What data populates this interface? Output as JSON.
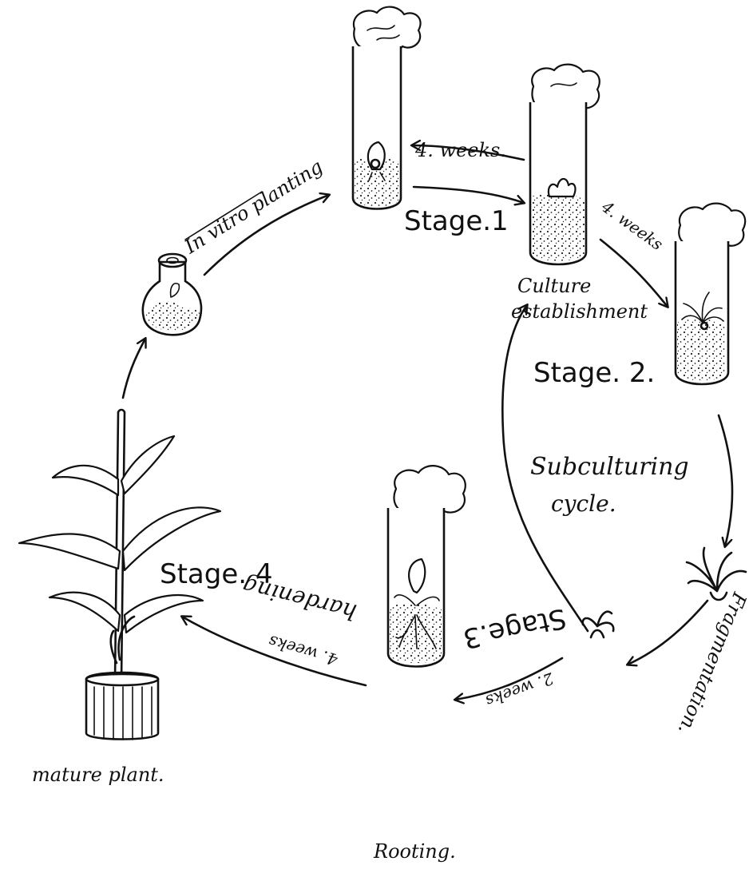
{
  "labels": {
    "in_vitro_planting": "In vitro planting",
    "weeks_4_top": "4. weeks.",
    "stage_1": "Stage.1",
    "weeks_4_right": "4. weeks",
    "culture_establishment_line1": "Culture",
    "culture_establishment_line2": "establishment",
    "stage_2": "Stage. 2.",
    "subculturing_line1": "Subculturing",
    "subculturing_line2": "cycle.",
    "fragmentation": "Fragmentation.",
    "weeks_2": "2. weeks",
    "stage_3": "Stage.3",
    "rooting": "Rooting.",
    "hardening": "hardening",
    "weeks_4_bottom": "4. weeks",
    "stage_4": "Stage. 4",
    "mature_plant": "mature plant."
  },
  "colors": {
    "ink": "#111111",
    "background": "#ffffff"
  }
}
